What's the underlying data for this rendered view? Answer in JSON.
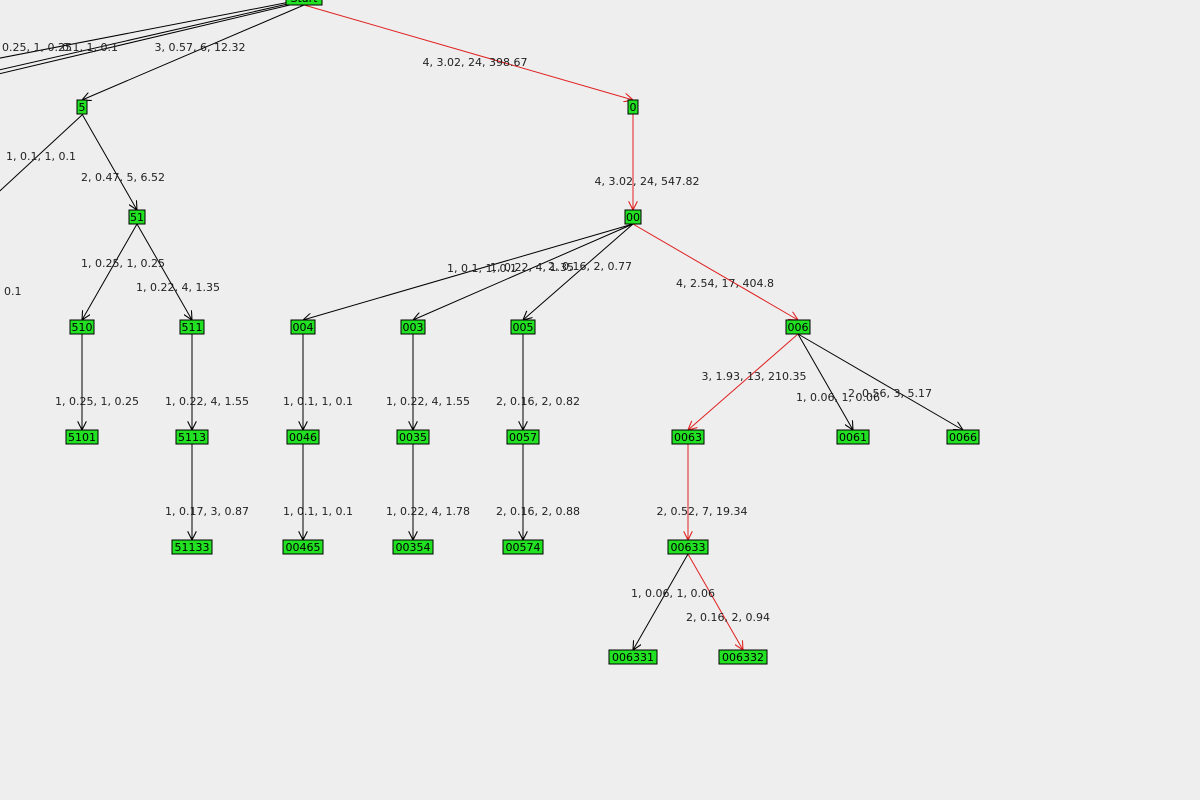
{
  "accent_path_color": "#e02020",
  "edge_color": "#000000",
  "node_fill": "#22e022",
  "nodes": [
    {
      "id": "start",
      "label": "Start"
    },
    {
      "id": "n5",
      "label": "5"
    },
    {
      "id": "n0",
      "label": "0"
    },
    {
      "id": "n00",
      "label": "00"
    },
    {
      "id": "n51",
      "label": "51"
    },
    {
      "id": "n510",
      "label": "510"
    },
    {
      "id": "n511",
      "label": "511"
    },
    {
      "id": "n004",
      "label": "004"
    },
    {
      "id": "n003",
      "label": "003"
    },
    {
      "id": "n005",
      "label": "005"
    },
    {
      "id": "n006",
      "label": "006"
    },
    {
      "id": "n5101",
      "label": "5101"
    },
    {
      "id": "n5113",
      "label": "5113"
    },
    {
      "id": "n0046",
      "label": "0046"
    },
    {
      "id": "n0035",
      "label": "0035"
    },
    {
      "id": "n0057",
      "label": "0057"
    },
    {
      "id": "n0063",
      "label": "0063"
    },
    {
      "id": "n0061",
      "label": "0061"
    },
    {
      "id": "n0066",
      "label": "0066"
    },
    {
      "id": "n51133",
      "label": "51133"
    },
    {
      "id": "n00465",
      "label": "00465"
    },
    {
      "id": "n00354",
      "label": "00354"
    },
    {
      "id": "n00574",
      "label": "00574"
    },
    {
      "id": "n00633",
      "label": "00633"
    },
    {
      "id": "n006331",
      "label": "006331"
    },
    {
      "id": "n006332",
      "label": "006332"
    }
  ],
  "edges": [
    {
      "from": "start",
      "to": "n5",
      "label": "3, 0.57, 6, 12.32",
      "highlight": false
    },
    {
      "from": "start",
      "to": "n0",
      "label": "4, 3.02, 24, 398.67",
      "highlight": true
    },
    {
      "from": "n0",
      "to": "n00",
      "label": "4, 3.02, 24, 547.82",
      "highlight": true
    },
    {
      "from": "n5",
      "to": "n51",
      "label": "2, 0.47, 5, 6.52",
      "highlight": false
    },
    {
      "from": "n51",
      "to": "n510",
      "label": "1, 0.25, 1, 0.25",
      "highlight": false
    },
    {
      "from": "n51",
      "to": "n511",
      "label": "1, 0.22, 4, 1.35",
      "highlight": false
    },
    {
      "from": "n00",
      "to": "n004",
      "label": "1, 0.1, 1, 0.1",
      "highlight": false
    },
    {
      "from": "n00",
      "to": "n003",
      "label": "1, 0.22, 4, 1.35",
      "highlight": false
    },
    {
      "from": "n00",
      "to": "n005",
      "label": "2, 0.16, 2, 0.77",
      "highlight": false
    },
    {
      "from": "n00",
      "to": "n006",
      "label": "4, 2.54, 17, 404.8",
      "highlight": true
    },
    {
      "from": "n510",
      "to": "n5101",
      "label": "1, 0.25, 1, 0.25",
      "highlight": false
    },
    {
      "from": "n511",
      "to": "n5113",
      "label": "1, 0.22, 4, 1.55",
      "highlight": false
    },
    {
      "from": "n004",
      "to": "n0046",
      "label": "1, 0.1, 1, 0.1",
      "highlight": false
    },
    {
      "from": "n003",
      "to": "n0035",
      "label": "1, 0.22, 4, 1.55",
      "highlight": false
    },
    {
      "from": "n005",
      "to": "n0057",
      "label": "2, 0.16, 2, 0.82",
      "highlight": false
    },
    {
      "from": "n006",
      "to": "n0063",
      "label": "3, 1.93, 13, 210.35",
      "highlight": true
    },
    {
      "from": "n006",
      "to": "n0061",
      "label": "1, 0.06, 1, 0.06",
      "highlight": false
    },
    {
      "from": "n006",
      "to": "n0066",
      "label": "2, 0.56, 3, 5.17",
      "highlight": false
    },
    {
      "from": "n5113",
      "to": "n51133",
      "label": "1, 0.17, 3, 0.87",
      "highlight": false
    },
    {
      "from": "n0046",
      "to": "n00465",
      "label": "1, 0.1, 1, 0.1",
      "highlight": false
    },
    {
      "from": "n0035",
      "to": "n00354",
      "label": "1, 0.22, 4, 1.78",
      "highlight": false
    },
    {
      "from": "n0057",
      "to": "n00574",
      "label": "2, 0.16, 2, 0.88",
      "highlight": false
    },
    {
      "from": "n0063",
      "to": "n00633",
      "label": "2, 0.52, 7, 19.34",
      "highlight": true
    },
    {
      "from": "n00633",
      "to": "n006331",
      "label": "1, 0.06, 1, 0.06",
      "highlight": false
    },
    {
      "from": "n00633",
      "to": "n006332",
      "label": "2, 0.16, 2, 0.94",
      "highlight": true
    }
  ],
  "offscreen_edge_labels": [
    "1, 0.1, 1, 0.1",
    "0.1",
    "0.25, 1, 0.25",
    "0.1, 1, 0.1"
  ]
}
